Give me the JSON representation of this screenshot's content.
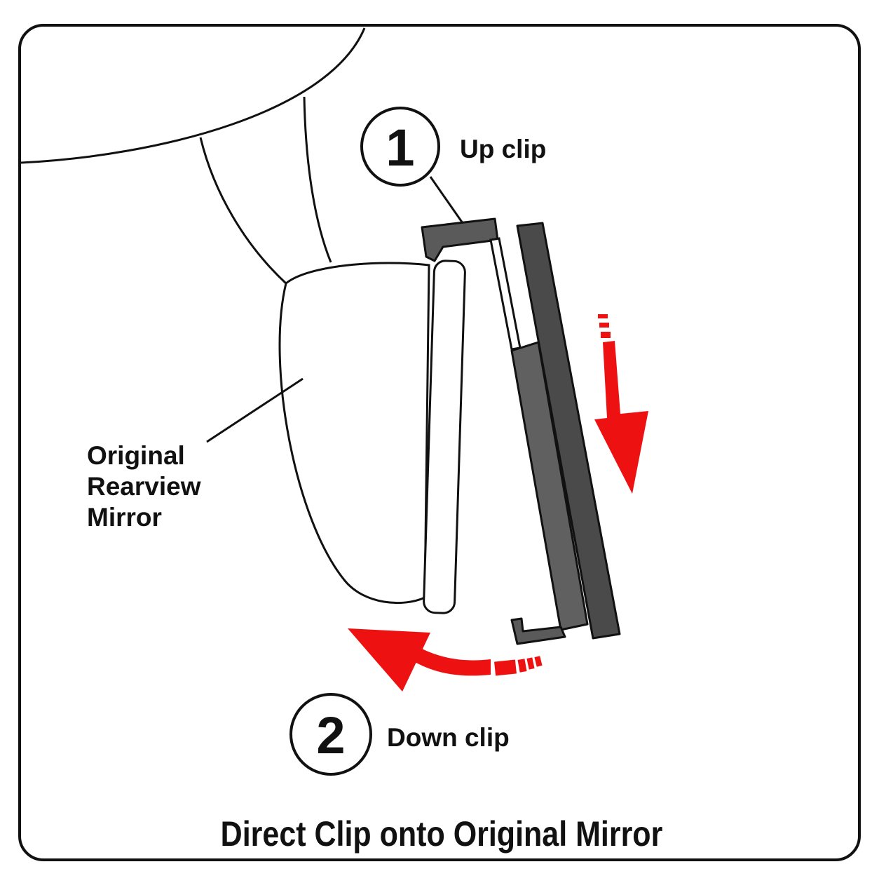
{
  "steps": [
    {
      "number": "1",
      "label": "Up clip"
    },
    {
      "number": "2",
      "label": "Down clip"
    }
  ],
  "mirror_label": [
    "Original",
    "Rearview",
    "Mirror"
  ],
  "caption": "Direct Clip onto Original Mirror",
  "colors": {
    "arrow": "#ee1111",
    "outline": "#111111",
    "clip_body": "#606060",
    "clip_plate": "#4a4a4a",
    "clip_hook": "#5a5a5a",
    "background": "#ffffff"
  }
}
